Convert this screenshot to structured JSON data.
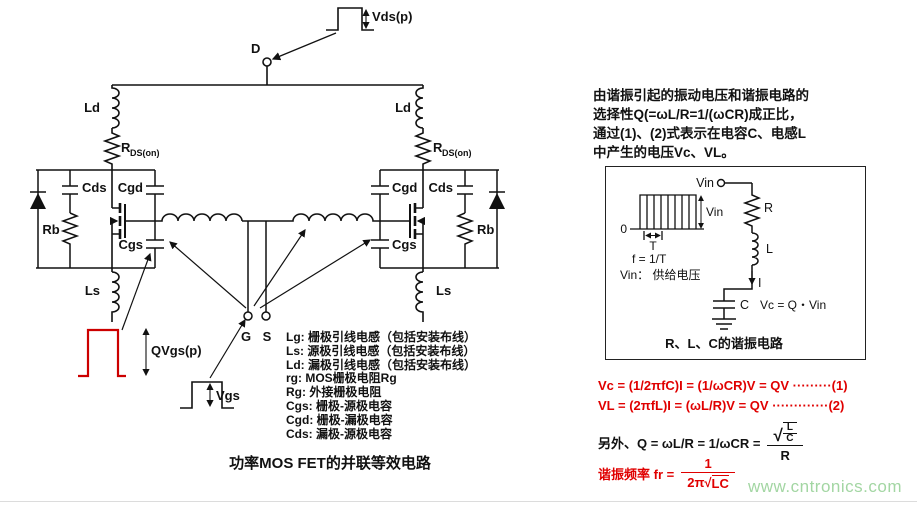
{
  "left_circuit": {
    "title": "功率MOS FET的并联等效电路",
    "labels": {
      "vds_p": "Vds(p)",
      "d": "D",
      "ld": "Ld",
      "rds_base": "R",
      "rds_sub": "DS(on)",
      "cds": "Cds",
      "cgd": "Cgd",
      "cgs": "Cgs",
      "rb": "Rb",
      "ls": "Ls",
      "g": "G",
      "s": "S",
      "qvgs": "QVgs(p)",
      "vgs": "Vgs"
    },
    "legend_lines": [
      "Lg: 栅极引线电感（包括安装布线）",
      "Ls: 源极引线电感（包括安装布线）",
      "Ld: 漏极引线电感（包括安装布线）",
      "rg: MOS栅极电阻Rg",
      "Rg: 外接栅极电阻",
      "Cgs: 栅极-源极电容",
      "Cgd: 栅极-漏极电容",
      "Cds: 漏极-源极电容"
    ]
  },
  "right_panel": {
    "intro_lines": [
      "由谐振引起的振动电压和谐振电路的",
      "选择性Q(=ωL/R=1/(ωCR)成正比，",
      "通过(1)、(2)式表示在电容C、电感L",
      "中产生的电压Vc、VL。"
    ],
    "box": {
      "vin_top": "Vin",
      "zero": "0",
      "t_label": "T",
      "f_eq": "f = 1/T",
      "vin_note": "Vin： 供给电压",
      "vin_amp": "Vin",
      "r": "R",
      "l": "L",
      "i": "I",
      "c": "C",
      "vc_eq": "Vc = Q・Vin",
      "caption": "R、L、C的谐振电路"
    },
    "formula1": "Vc = (1/2πfC)I = (1/ωCR)V = QV ·········(1)",
    "formula2": "VL = (2πfL)I = (ωL/R)V = QV ·············(2)",
    "formula3_prefix": "另外、Q = ωL/R = 1/ωCR =",
    "frac3": {
      "radical": "√",
      "num_top": "L",
      "num_bottom": "C",
      "den": "R"
    },
    "formula4_prefix": "谐振频率 fr =",
    "frac4": {
      "num": "1",
      "den_prefix": "2π√",
      "den_radicand": "LC"
    }
  },
  "watermark": "www.cntronics.com"
}
